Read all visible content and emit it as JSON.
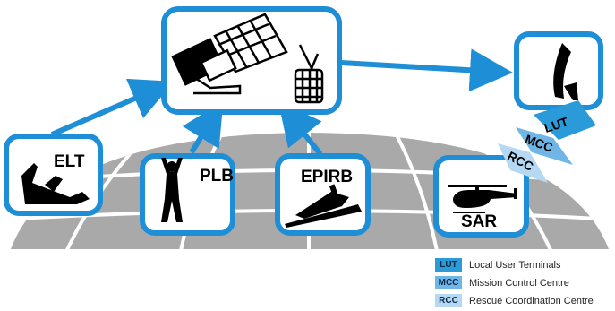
{
  "nodes": {
    "elt": "ELT",
    "plb": "PLB",
    "epirb": "EPIRB",
    "sar": "SAR"
  },
  "chain": {
    "lut": "LUT",
    "mcc": "MCC",
    "rcc": "RCC"
  },
  "legend": [
    {
      "code": "LUT",
      "text": "Local User Terminals",
      "color": "#2b9ad8"
    },
    {
      "code": "MCC",
      "text": "Mission Control Centre",
      "color": "#6fb6e6"
    },
    {
      "code": "RCC",
      "text": "Rescue Coordination Centre",
      "color": "#b5d9f2"
    }
  ],
  "colors": {
    "accent": "#1e8fd6",
    "globe": "#a9a9a9"
  }
}
